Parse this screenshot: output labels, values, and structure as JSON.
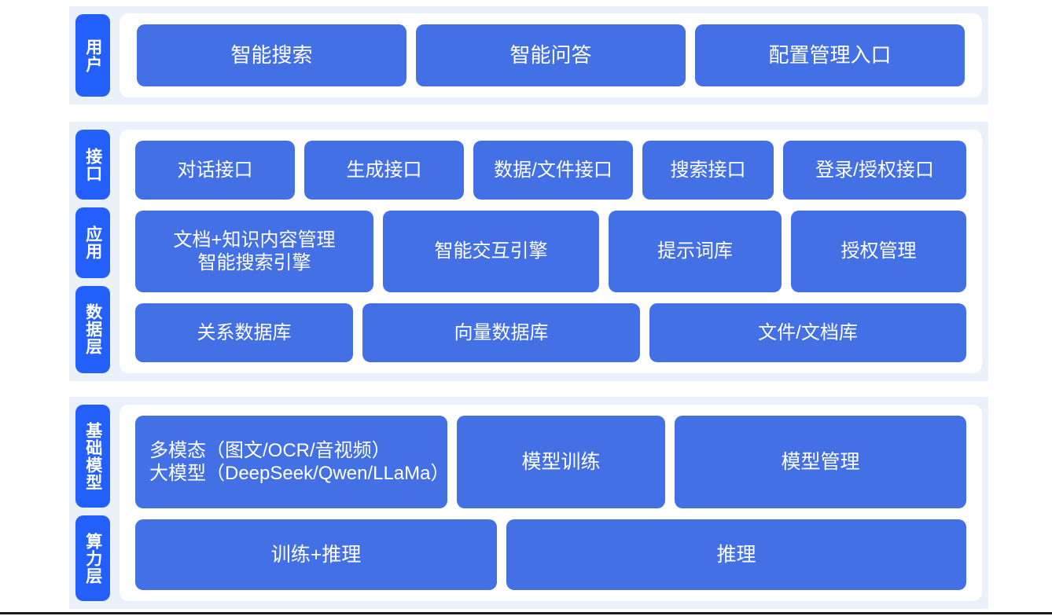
{
  "colors": {
    "page_background": "#ffffff",
    "band_background": "#ebf1fa",
    "panel_background": "#ffffff",
    "tab_blue": "#2360fb",
    "card_blue": "#4370e4",
    "card_text": "#ffffff",
    "bottom_rule": "#1a1a1a"
  },
  "sections": [
    {
      "id": "user",
      "tabs": [
        {
          "label": "用户"
        }
      ],
      "rows": [
        {
          "id": "user-row",
          "cards": [
            {
              "label": "智能搜索"
            },
            {
              "label": "智能问答"
            },
            {
              "label": "配置管理入口"
            }
          ]
        }
      ]
    },
    {
      "id": "middle",
      "tabs": [
        {
          "label": "接口"
        },
        {
          "label": "应用"
        },
        {
          "label": "数据层"
        }
      ],
      "rows": [
        {
          "id": "interface-row",
          "cards": [
            {
              "label": "对话接口"
            },
            {
              "label": "生成接口"
            },
            {
              "label": "数据/文件接口"
            },
            {
              "label": "搜索接口"
            },
            {
              "label": "登录/授权接口"
            }
          ]
        },
        {
          "id": "application-row",
          "cards": [
            {
              "label": "文档+知识内容管理\n智能搜索引擎"
            },
            {
              "label": "智能交互引擎"
            },
            {
              "label": "提示词库"
            },
            {
              "label": "授权管理"
            }
          ]
        },
        {
          "id": "data-row",
          "cards": [
            {
              "label": "关系数据库"
            },
            {
              "label": "向量数据库"
            },
            {
              "label": "文件/文档库"
            }
          ]
        }
      ]
    },
    {
      "id": "base",
      "tabs": [
        {
          "label": "基础模型"
        },
        {
          "label": "算力层"
        }
      ],
      "rows": [
        {
          "id": "model-row",
          "cards": [
            {
              "label": "多模态（图文/OCR/音视频）\n大模型（DeepSeek/Qwen/LLaMa）"
            },
            {
              "label": "模型训练"
            },
            {
              "label": "模型管理"
            }
          ]
        },
        {
          "id": "compute-row",
          "cards": [
            {
              "label": "训练+推理"
            },
            {
              "label": "推理"
            }
          ]
        }
      ]
    }
  ]
}
